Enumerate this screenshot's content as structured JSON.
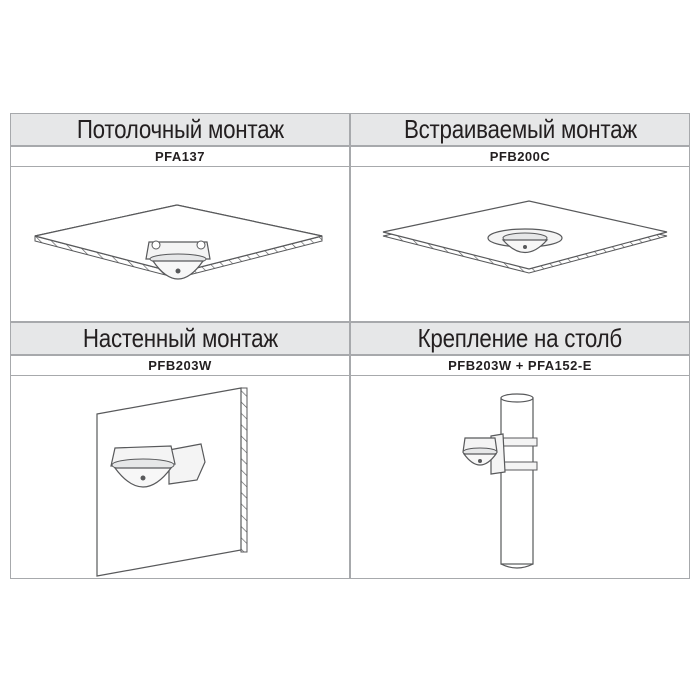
{
  "mounts": [
    {
      "title": "Потолочный монтаж",
      "model": "PFA137",
      "illustration": "ceiling-mount-icon"
    },
    {
      "title": "Встраиваемый монтаж",
      "model": "PFB200C",
      "illustration": "in-ceiling-mount-icon"
    },
    {
      "title": "Настенный монтаж",
      "model": "PFB203W",
      "illustration": "wall-mount-icon"
    },
    {
      "title": "Крепление на столб",
      "model": "PFB203W + PFA152-E",
      "illustration": "pole-mount-icon"
    }
  ],
  "colors": {
    "title_bg": "#e6e7e8",
    "border": "#a7a9ac",
    "text": "#231f20",
    "line": "#58595b"
  }
}
